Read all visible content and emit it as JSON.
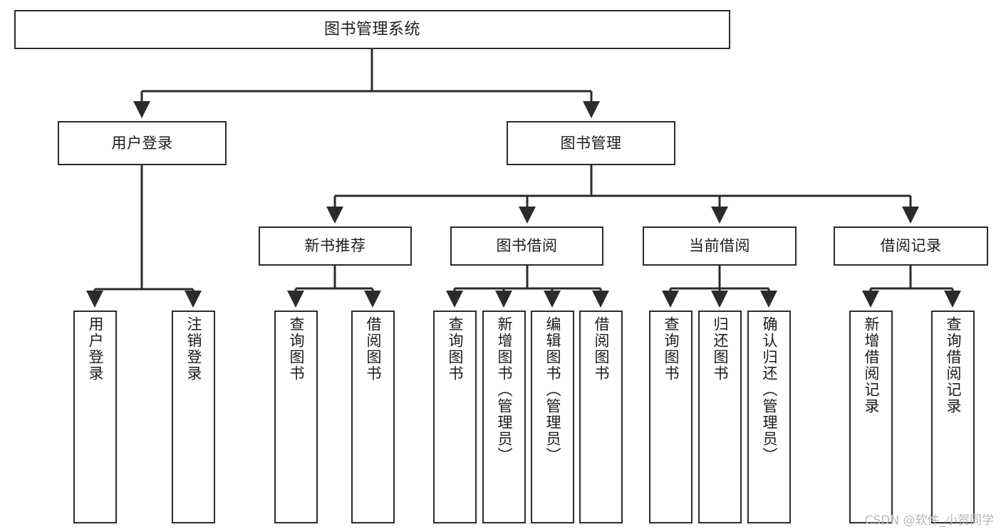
{
  "diagram": {
    "type": "tree-hierarchy-chart",
    "title": "图书管理系统",
    "watermark": "CSDN @软件_小贺同学",
    "colors": {
      "box_border": "#2b2b2b",
      "box_fill": "#ffffff",
      "connector": "#2b2b2b",
      "text": "#1b1b1b",
      "watermark": "#b8b8b8",
      "background": "#ffffff"
    },
    "root": {
      "label": "图书管理系统",
      "orientation": "horizontal"
    },
    "level2": [
      {
        "label": "用户登录",
        "orientation": "horizontal"
      },
      {
        "label": "图书管理",
        "orientation": "horizontal"
      }
    ],
    "level3": [
      {
        "label": "新书推荐",
        "orientation": "horizontal"
      },
      {
        "label": "图书借阅",
        "orientation": "horizontal"
      },
      {
        "label": "当前借阅",
        "orientation": "horizontal"
      },
      {
        "label": "借阅记录",
        "orientation": "horizontal"
      }
    ],
    "leaves": {
      "user_login": [
        {
          "label": "用户登录",
          "orientation": "vertical"
        },
        {
          "label": "注销登录",
          "orientation": "vertical"
        }
      ],
      "new_book_recommend": [
        {
          "label": "查询图书",
          "orientation": "vertical"
        },
        {
          "label": "借阅图书",
          "orientation": "vertical"
        }
      ],
      "book_borrow": [
        {
          "label": "查询图书",
          "orientation": "vertical"
        },
        {
          "label": "新增图书（管理员）",
          "orientation": "vertical"
        },
        {
          "label": "编辑图书（管理员）",
          "orientation": "vertical"
        },
        {
          "label": "借阅图书",
          "orientation": "vertical"
        }
      ],
      "current_borrow": [
        {
          "label": "查询图书",
          "orientation": "vertical"
        },
        {
          "label": "归还图书",
          "orientation": "vertical"
        },
        {
          "label": "确认归还（管理员）",
          "orientation": "vertical"
        }
      ],
      "borrow_record": [
        {
          "label": "新增借阅记录",
          "orientation": "vertical"
        },
        {
          "label": "查询借阅记录",
          "orientation": "vertical"
        }
      ]
    }
  }
}
